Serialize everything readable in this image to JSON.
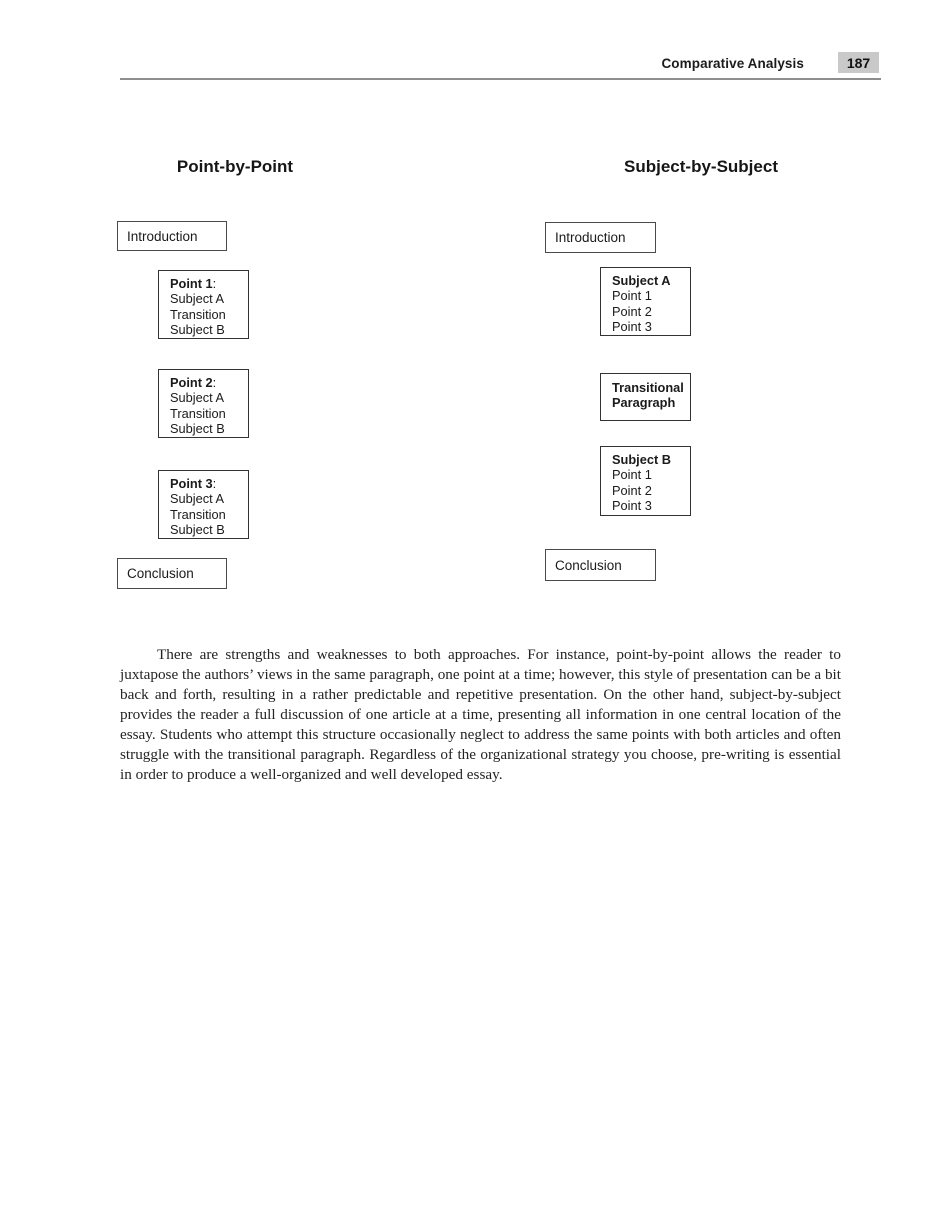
{
  "header": {
    "title": "Comparative Analysis",
    "page_number": "187",
    "badge_bg_color": "#c9c9c9",
    "rule_color": "#8e8e8e"
  },
  "diagram": {
    "left": {
      "title": "Point-by-Point",
      "intro_label": "Introduction",
      "conclusion_label": "Conclusion",
      "boxes": [
        {
          "heading": "Point 1",
          "heading_suffix": ":",
          "lines": [
            "Subject A",
            "Transition",
            "Subject B"
          ]
        },
        {
          "heading": "Point 2",
          "heading_suffix": ":",
          "lines": [
            "Subject A",
            "Transition",
            "Subject B"
          ]
        },
        {
          "heading": "Point 3",
          "heading_suffix": ":",
          "lines": [
            "Subject A",
            "Transition",
            "Subject B"
          ]
        }
      ]
    },
    "right": {
      "title": "Subject-by-Subject",
      "intro_label": "Introduction",
      "conclusion_label": "Conclusion",
      "boxes": [
        {
          "heading": "Subject A",
          "heading_suffix": "",
          "lines": [
            "Point 1",
            "Point 2",
            "Point 3"
          ]
        },
        {
          "heading": "Transitional Paragraph",
          "heading_suffix": "",
          "lines": []
        },
        {
          "heading": "Subject B",
          "heading_suffix": "",
          "lines": [
            "Point 1",
            "Point 2",
            "Point 3"
          ]
        }
      ]
    }
  },
  "paragraph": {
    "text": "There are strengths and weaknesses to both approaches. For instance, point-by-point allows the reader to juxtapose the authors’ views in the same paragraph, one point at a time; however, this style of presentation can be a bit back and forth, resulting in a rather predictable and repetitive presentation.  On the other hand, subject-by-subject provides the reader a full discussion of one article at a time, presenting all information in one central location of the essay.  Students who attempt this structure occasionally neglect to address the same points with both articles and often struggle with the transitional paragraph. Regardless of the organizational strategy you choose, pre-writing is essential in order to produce a well-organized and well developed essay."
  }
}
